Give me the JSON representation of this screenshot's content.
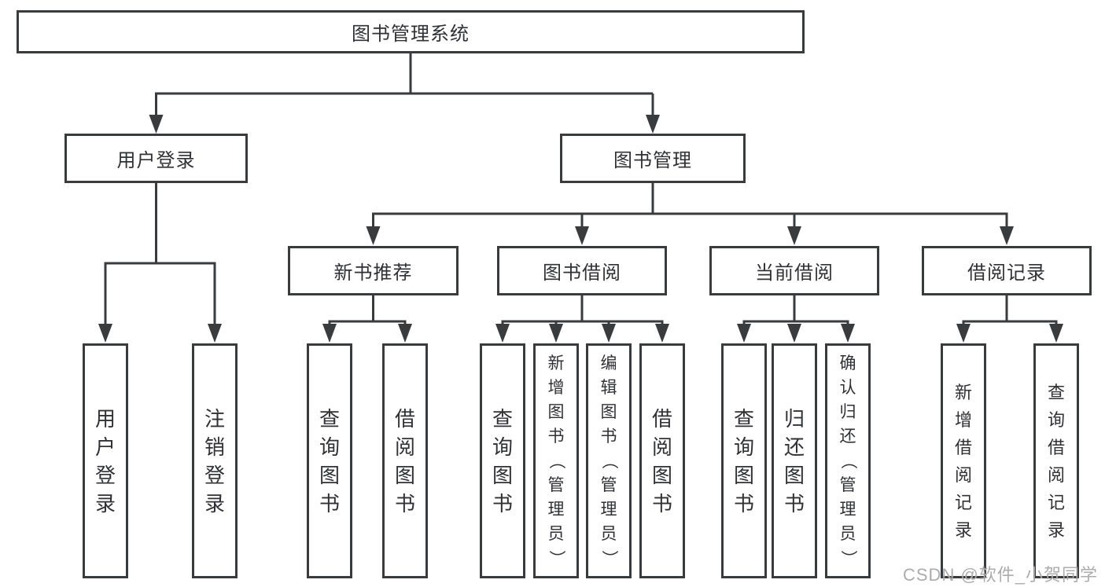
{
  "diagram": {
    "root": {
      "label": "图书管理系统"
    },
    "level2": [
      {
        "label": "用户登录"
      },
      {
        "label": "图书管理"
      }
    ],
    "level3": [
      {
        "label": "新书推荐"
      },
      {
        "label": "图书借阅"
      },
      {
        "label": "当前借阅"
      },
      {
        "label": "借阅记录"
      }
    ],
    "leaves": [
      {
        "label": "用户登录"
      },
      {
        "label": "注销登录"
      },
      {
        "label": "查询图书"
      },
      {
        "label": "借阅图书"
      },
      {
        "label": "查询图书"
      },
      {
        "label": "新增图书（管理员）"
      },
      {
        "label": "编辑图书（管理员）"
      },
      {
        "label": "借阅图书"
      },
      {
        "label": "查询图书"
      },
      {
        "label": "归还图书"
      },
      {
        "label": "确认归还（管理员）"
      },
      {
        "label": "新增借阅记录"
      },
      {
        "label": "查询借阅记录"
      }
    ]
  },
  "watermark": {
    "text": "CSDN @软件_小贺同学"
  },
  "colors": {
    "line": "#3a3b3d",
    "text": "#303135",
    "background": "#ffffff",
    "watermark": "#9e9e9e"
  }
}
